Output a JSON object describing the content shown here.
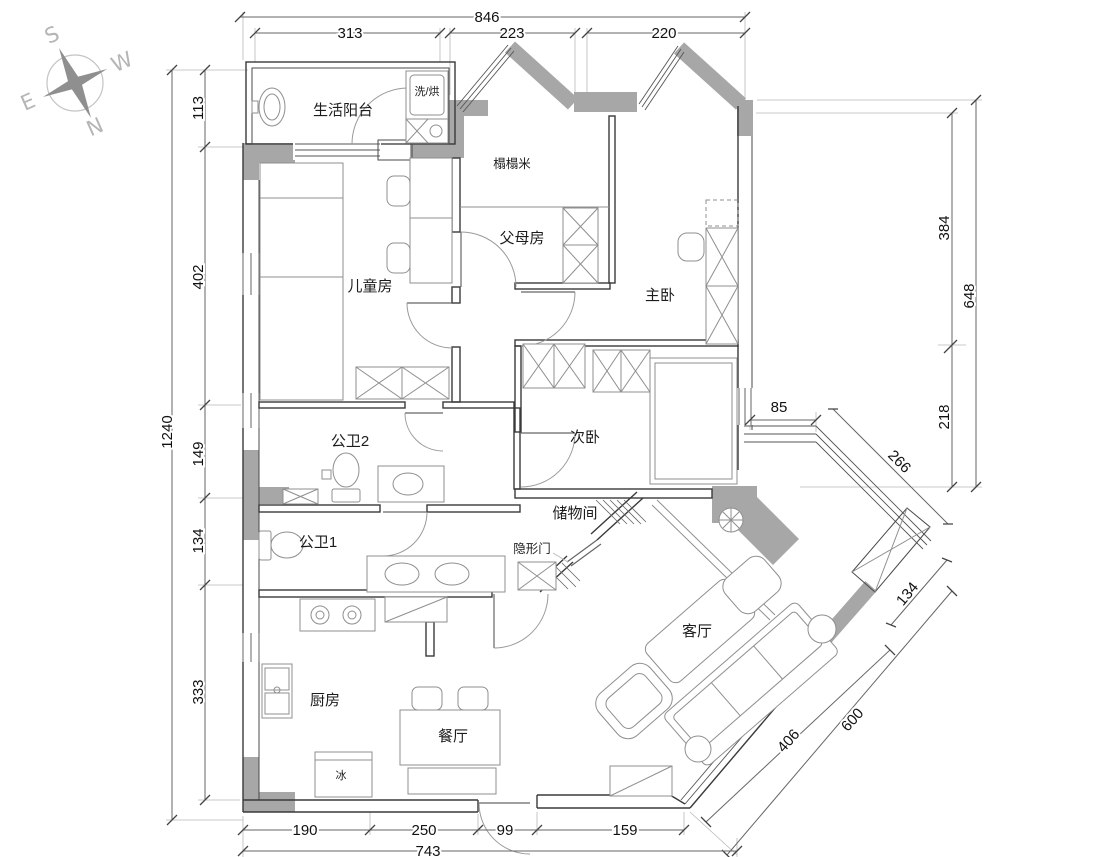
{
  "compass": {
    "s": "S",
    "w": "W",
    "e": "E",
    "n": "N"
  },
  "rooms": {
    "balcony": "生活阳台",
    "washer": "洗/烘",
    "kids": "儿童房",
    "tatami": "榻榻米",
    "parents": "父母房",
    "master": "主卧",
    "second": "次卧",
    "bath2": "公卫2",
    "bath1": "公卫1",
    "storage": "储物间",
    "hidden_door": "隐形门",
    "kitchen": "厨房",
    "fridge": "冰",
    "dining": "餐厅",
    "living": "客厅"
  },
  "dims": {
    "top_total": "846",
    "top": [
      "313",
      "223",
      "220"
    ],
    "left_total": "1240",
    "left": [
      "113",
      "402",
      "149",
      "134",
      "333"
    ],
    "right_total": "648",
    "right": [
      "384",
      "218"
    ],
    "side": [
      "85",
      "266",
      "134"
    ],
    "diagonal": [
      "406",
      "600"
    ],
    "bottom_total": "743",
    "bottom": [
      "190",
      "250",
      "99",
      "159"
    ]
  }
}
